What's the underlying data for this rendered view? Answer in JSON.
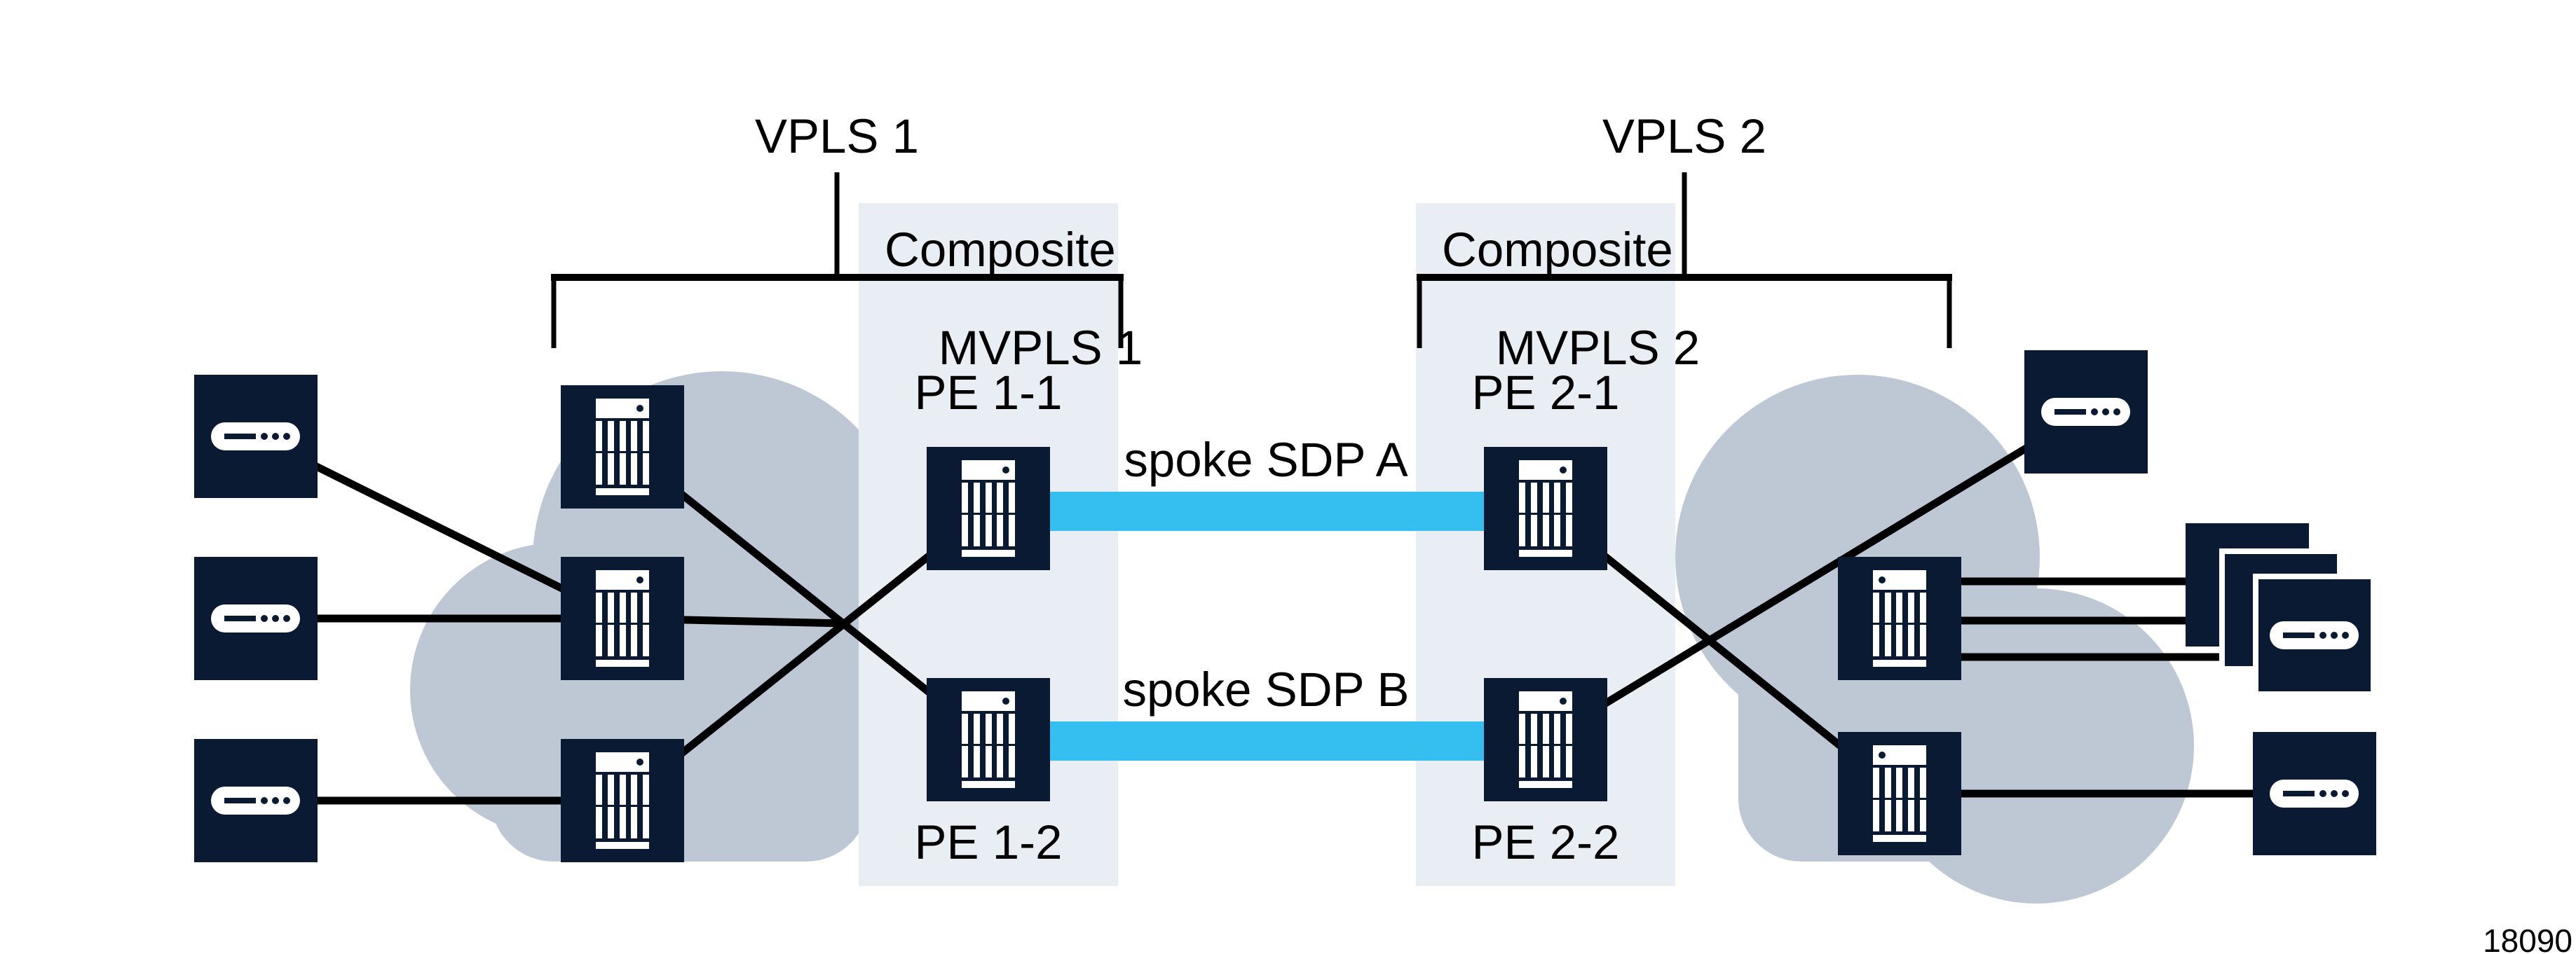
{
  "diagram": {
    "kind": "network-topology-figure",
    "description_visible_text_only": true
  },
  "brackets": {
    "vpls1": "VPLS 1",
    "vpls2": "VPLS 2"
  },
  "regions": {
    "mvpls1": {
      "line1": "Composite",
      "line2": "MVPLS 1"
    },
    "mvpls2": {
      "line1": "Composite",
      "line2": "MVPLS 2"
    }
  },
  "pe_labels": {
    "pe_1_1": "PE 1-1",
    "pe_1_2": "PE 1-2",
    "pe_2_1": "PE 2-1",
    "pe_2_2": "PE 2-2"
  },
  "sdp_labels": {
    "spoke_sdp_a": "spoke SDP A",
    "spoke_sdp_b": "spoke SDP B"
  },
  "figure_number": "18090",
  "colors": {
    "navy": "#0B1A33",
    "cyan": "#35BFF0",
    "cloud": "#BEC8D4",
    "band": "#E9EEF4",
    "line": "#000000",
    "background": "#FFFFFF",
    "text": "#000000"
  },
  "icons": {
    "router": "router-icon",
    "ce_device": "ce-device-icon",
    "cloud": "network-cloud-shape"
  }
}
